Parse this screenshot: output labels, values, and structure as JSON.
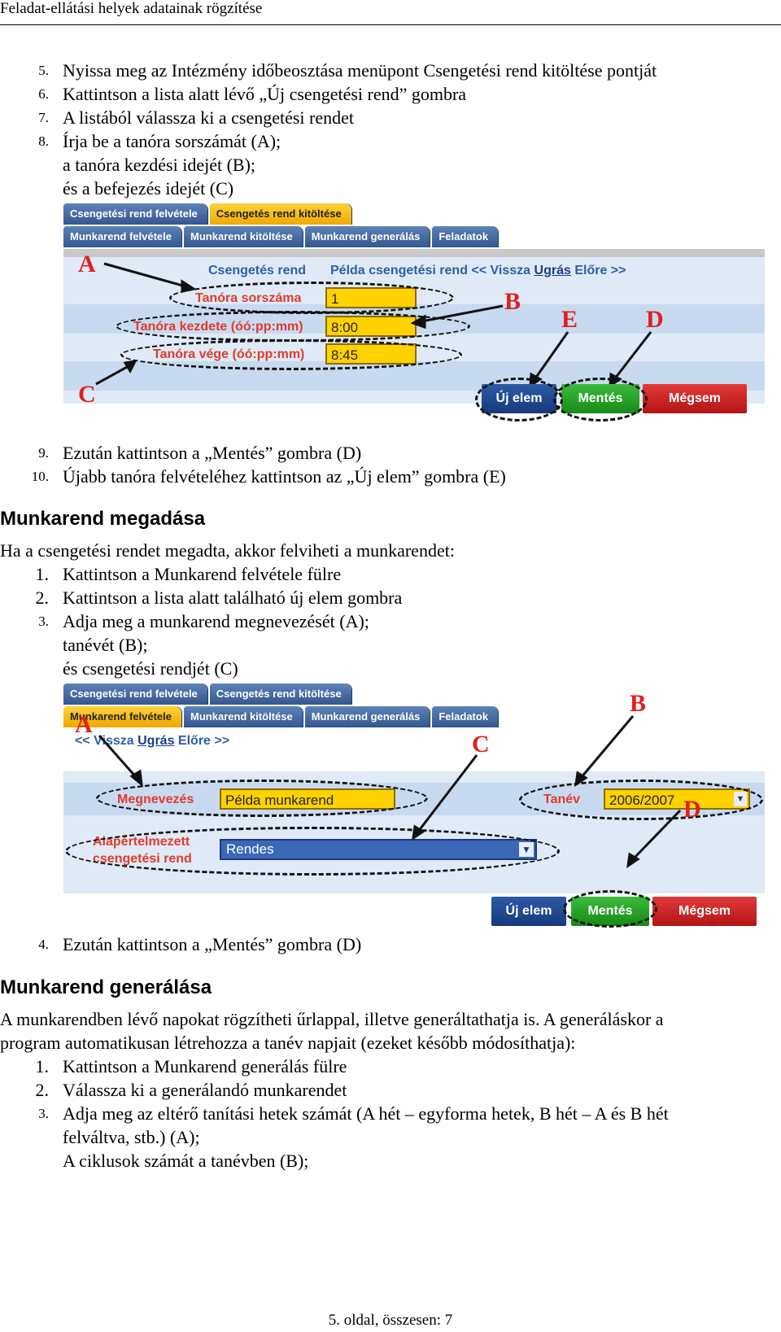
{
  "header": {
    "title": "Feladat-ellátási helyek adatainak rögzítése"
  },
  "steps_a": [
    {
      "num": "5.",
      "text": "Nyissa meg az Intézmény időbeosztása menüpont Csengetési rend kitöltése pontját"
    },
    {
      "num": "6.",
      "text": "Kattintson a lista alatt lévő „Új csengetési rend” gombra"
    },
    {
      "num": "7.",
      "text": "A listából válassza ki a csengetési rendet"
    },
    {
      "num": "8.",
      "text": "Írja be a tanóra sorszámát (A);",
      "cont": [
        "a tanóra kezdési idejét (B);",
        "és a befejezés idejét (C)"
      ]
    }
  ],
  "shot1": {
    "tabs_top": [
      "Csengetési rend felvétele",
      "Csengetés rend kitöltése"
    ],
    "tabs_bottom": [
      "Munkarend felvétele",
      "Munkarend kitöltése",
      "Munkarend generálás",
      "Feladatok"
    ],
    "heading_label": "Csengetés rend",
    "nav": {
      "prefix": "Példa csengetési rend << Vissza",
      "link": "Ugrás",
      "suffix": "Előre >>"
    },
    "fields": [
      {
        "label": "Tanóra sorszáma",
        "value": "1"
      },
      {
        "label": "Tanóra kezdete (óó:pp:mm)",
        "value": "8:00"
      },
      {
        "label": "Tanóra vége (óó:pp:mm)",
        "value": "8:45"
      }
    ],
    "markers": [
      "A",
      "B",
      "C",
      "D",
      "E"
    ],
    "buttons": {
      "new": "Új elem",
      "save": "Mentés",
      "cancel": "Mégsem"
    }
  },
  "steps_b": [
    {
      "num": "9.",
      "text": "Ezután kattintson a „Mentés” gombra (D)"
    },
    {
      "num": "10.",
      "text": "Újabb tanóra felvételéhez kattintson az „Új elem” gombra (E)"
    }
  ],
  "section1": {
    "title": "Munkarend megadása",
    "intro": "Ha a csengetési rendet megadta, akkor felviheti a munkarendet:",
    "steps": [
      {
        "num": "1.",
        "text": "Kattintson a Munkarend felvétele fülre"
      },
      {
        "num": "2.",
        "text": "Kattintson a lista alatt található új elem gombra"
      },
      {
        "num": "3.",
        "text": "Adja meg a munkarend megnevezését (A);",
        "cont": [
          "tanévét (B);",
          "és csengetési rendjét (C)"
        ]
      }
    ]
  },
  "shot2": {
    "tabs_top": [
      "Csengetési rend felvétele",
      "Csengetés rend kitöltése"
    ],
    "tabs_bottom": [
      "Munkarend felvétele",
      "Munkarend kitöltése",
      "Munkarend generálás",
      "Feladatok"
    ],
    "nav": {
      "prefix": "<< Vissza",
      "link": "Ugrás",
      "suffix": "Előre >>"
    },
    "name_label": "Megnevezés",
    "name_value": "Példa munkarend",
    "year_label": "Tanév",
    "year_value": "2006/2007",
    "bell_label_1": "Alapértelmezett",
    "bell_label_2": "csengetési rend",
    "bell_value": "Rendes",
    "markers": [
      "A",
      "B",
      "C",
      "D"
    ],
    "buttons": {
      "new": "Új elem",
      "save": "Mentés",
      "cancel": "Mégsem"
    }
  },
  "step_c": {
    "num": "4.",
    "text": "Ezután kattintson a „Mentés” gombra (D)"
  },
  "section2": {
    "title": "Munkarend generálása",
    "intro_1": "A munkarendben lévő napokat rögzítheti űrlappal, illetve generáltathatja is. A generáláskor a",
    "intro_2": "program automatikusan létrehozza a tanév napjait (ezeket később módosíthatja):",
    "steps": [
      {
        "num": "1.",
        "text": "Kattintson a Munkarend generálás fülre"
      },
      {
        "num": "2.",
        "text": "Válassza ki a generálandó munkarendet"
      },
      {
        "num": "3.",
        "text": "Adja meg az eltérő tanítási hetek számát (A hét – egyforma hetek, B hét – A és B hét",
        "cont": [
          "felváltva, stb.) (A);",
          "A ciklusok számát a tanévben (B);"
        ]
      }
    ]
  },
  "footer": {
    "text": "5. oldal, összesen: 7"
  }
}
